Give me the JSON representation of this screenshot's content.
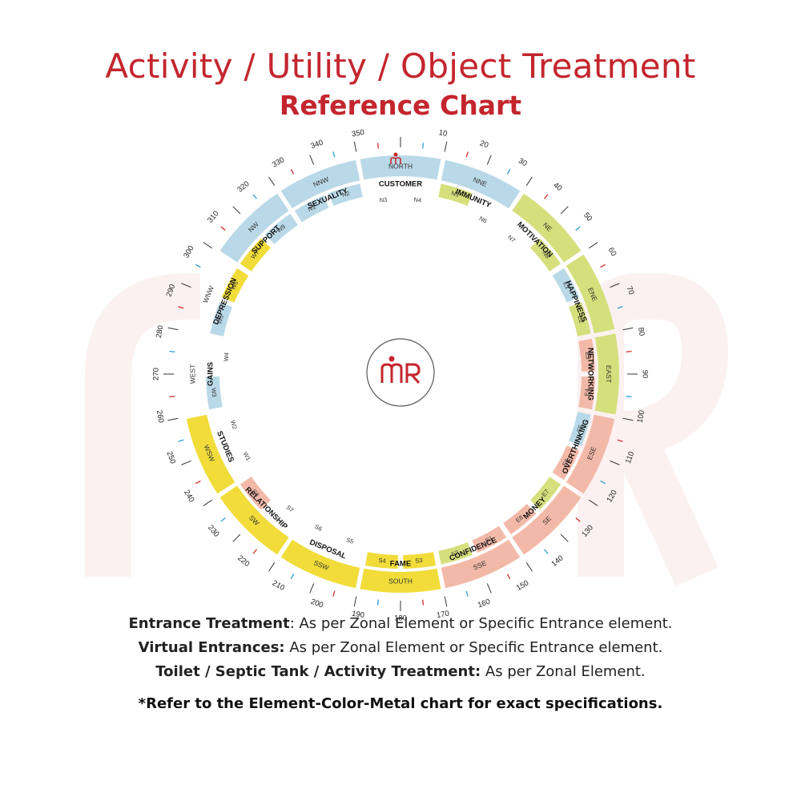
{
  "header": {
    "title": "Activity / Utility / Object Treatment",
    "subtitle": "Reference Chart"
  },
  "center_logo": "m R",
  "colors": {
    "title": "#c4262e",
    "water": "#b9d9e8",
    "air": "#d5e07c",
    "fire": "#f3b9a8",
    "earth": "#f1dc3a",
    "space": "#ffffff",
    "tick_red": "#d43b3b",
    "tick_blue": "#39a6d9"
  },
  "zones": [
    {
      "direction": "NORTH",
      "activity": "CUSTOMER",
      "element": "water",
      "start": 348.75,
      "end": 11.25
    },
    {
      "direction": "NNE",
      "activity": "IMMUNITY",
      "element": "water",
      "start": 11.25,
      "end": 33.75
    },
    {
      "direction": "NE",
      "activity": "MOTIVATION",
      "element": "air",
      "start": 33.75,
      "end": 56.25
    },
    {
      "direction": "ENE",
      "activity": "HAPPINESS",
      "element": "air",
      "start": 56.25,
      "end": 78.75
    },
    {
      "direction": "EAST",
      "activity": "NETWORKING",
      "element": "air",
      "start": 78.75,
      "end": 101.25
    },
    {
      "direction": "ESE",
      "activity": "OVERTHINKING",
      "element": "fire",
      "start": 101.25,
      "end": 123.75
    },
    {
      "direction": "SE",
      "activity": "MONEY",
      "element": "fire",
      "start": 123.75,
      "end": 146.25
    },
    {
      "direction": "SSE",
      "activity": "CONFIDENCE",
      "element": "fire",
      "start": 146.25,
      "end": 168.75
    },
    {
      "direction": "SOUTH",
      "activity": "FAME",
      "element": "earth",
      "start": 168.75,
      "end": 191.25
    },
    {
      "direction": "SSW",
      "activity": "DISPOSAL",
      "element": "earth",
      "start": 191.25,
      "end": 213.75
    },
    {
      "direction": "SW",
      "activity": "RELATIONSHIP",
      "element": "earth",
      "start": 213.75,
      "end": 236.25
    },
    {
      "direction": "WSW",
      "activity": "STUDIES",
      "element": "earth",
      "start": 236.25,
      "end": 258.75
    },
    {
      "direction": "WEST",
      "activity": "GAINS",
      "element": "space",
      "start": 258.75,
      "end": 281.25
    },
    {
      "direction": "WNW",
      "activity": "DEPRESSION",
      "element": "space",
      "start": 281.25,
      "end": 303.75
    },
    {
      "direction": "NW",
      "activity": "SUPPORT",
      "element": "water",
      "start": 303.75,
      "end": 326.25
    },
    {
      "direction": "NNW",
      "activity": "SEXUALITY",
      "element": "water",
      "start": 326.25,
      "end": 348.75
    }
  ],
  "entrances": [
    {
      "label": "N1",
      "element": "water",
      "start": 326.25,
      "end": 337.5
    },
    {
      "label": "N2",
      "element": "water",
      "start": 337.5,
      "end": 348.75
    },
    {
      "label": "N3",
      "element": "space",
      "start": 348.75,
      "end": 360
    },
    {
      "label": "N4",
      "element": "space",
      "start": 0,
      "end": 11.25
    },
    {
      "label": "N5",
      "element": "air",
      "start": 11.25,
      "end": 22.5
    },
    {
      "label": "N6",
      "element": "space",
      "start": 22.5,
      "end": 33.75
    },
    {
      "label": "N7",
      "element": "space",
      "start": 33.75,
      "end": 45
    },
    {
      "label": "N8",
      "element": "air",
      "start": 45,
      "end": 56.25
    },
    {
      "label": "E1",
      "element": "water",
      "start": 56.25,
      "end": 67.5
    },
    {
      "label": "E2",
      "element": "air",
      "start": 67.5,
      "end": 78.75
    },
    {
      "label": "E3",
      "element": "fire",
      "start": 78.75,
      "end": 90
    },
    {
      "label": "E4",
      "element": "fire",
      "start": 90,
      "end": 101.25
    },
    {
      "label": "E5",
      "element": "water",
      "start": 101.25,
      "end": 112.5
    },
    {
      "label": "E6",
      "element": "fire",
      "start": 112.5,
      "end": 123.75
    },
    {
      "label": "E7",
      "element": "air",
      "start": 123.75,
      "end": 135
    },
    {
      "label": "E8",
      "element": "fire",
      "start": 135,
      "end": 146.25
    },
    {
      "label": "S1",
      "element": "fire",
      "start": 146.25,
      "end": 157.5
    },
    {
      "label": "S2",
      "element": "air",
      "start": 157.5,
      "end": 168.75
    },
    {
      "label": "S3",
      "element": "earth",
      "start": 168.75,
      "end": 180
    },
    {
      "label": "S4",
      "element": "earth",
      "start": 180,
      "end": 191.25
    },
    {
      "label": "S5",
      "element": "space",
      "start": 191.25,
      "end": 202.5
    },
    {
      "label": "S6",
      "element": "space",
      "start": 202.5,
      "end": 213.75
    },
    {
      "label": "S7",
      "element": "space",
      "start": 213.75,
      "end": 225
    },
    {
      "label": "S8",
      "element": "fire",
      "start": 225,
      "end": 236.25
    },
    {
      "label": "W1",
      "element": "space",
      "start": 236.25,
      "end": 247.5
    },
    {
      "label": "W2",
      "element": "space",
      "start": 247.5,
      "end": 258.75
    },
    {
      "label": "W3",
      "element": "water",
      "start": 258.75,
      "end": 270
    },
    {
      "label": "W4",
      "element": "space",
      "start": 270,
      "end": 281.25
    },
    {
      "label": "W5",
      "element": "water",
      "start": 281.25,
      "end": 292.5
    },
    {
      "label": "W6",
      "element": "earth",
      "start": 292.5,
      "end": 303.75
    },
    {
      "label": "W7",
      "element": "earth",
      "start": 303.75,
      "end": 315
    },
    {
      "label": "W8",
      "element": "water",
      "start": 315,
      "end": 326.25
    }
  ],
  "degree_labels": [
    "10",
    "20",
    "30",
    "40",
    "50",
    "60",
    "70",
    "80",
    "90",
    "100",
    "110",
    "120",
    "130",
    "140",
    "150",
    "160",
    "170",
    "180",
    "190",
    "200",
    "210",
    "220",
    "230",
    "240",
    "250",
    "260",
    "270",
    "280",
    "290",
    "300",
    "310",
    "320",
    "330",
    "340",
    "350"
  ],
  "notes": [
    {
      "bold": "Entrance Treatment",
      "text": ":  As per Zonal Element or Specific Entrance element."
    },
    {
      "bold": "Virtual Entrances:",
      "text": "  As per Zonal Element or Specific Entrance element."
    },
    {
      "bold": "Toilet / Septic Tank / Activity Treatment:",
      "text": " As per Zonal Element."
    }
  ],
  "footnote": "*Refer to the Element-Color-Metal chart for exact specifications."
}
